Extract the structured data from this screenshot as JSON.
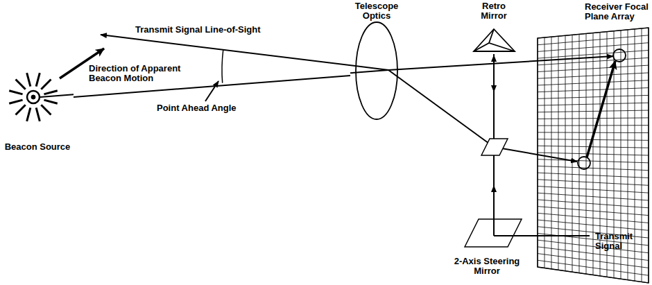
{
  "diagram": {
    "nodes": [
      {
        "text": [
          "Beacon Source"
        ]
      },
      {
        "text": [
          "Telescope Optics"
        ]
      },
      {
        "text": [
          "Retro Mirror"
        ]
      },
      {
        "text": [
          "Receiver Focal Plane Array"
        ]
      },
      {
        "text": [
          "2-Axis Steering Mirror"
        ]
      }
    ],
    "edges": [
      {
        "from": 0,
        "to": 1,
        "arrow": "none"
      }
    ],
    "labels": [
      "Transmit Signal Line-of-Sight",
      "Direction of Apparent Beacon Motion",
      "Point Ahead Angle",
      "Transmit Signal"
    ]
  }
}
